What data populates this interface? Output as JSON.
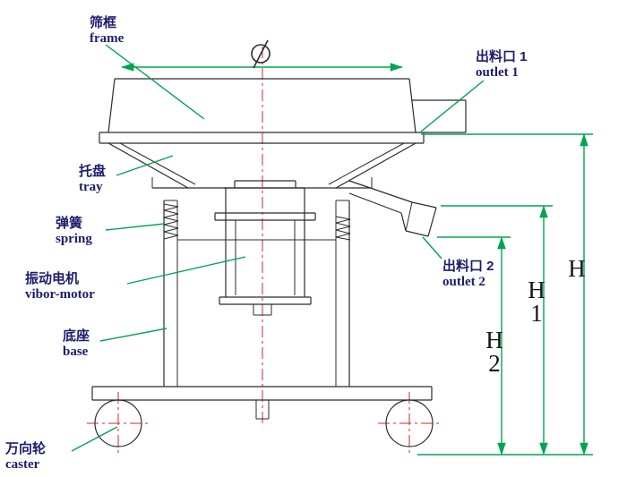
{
  "labels": {
    "frame": {
      "zh": "筛框",
      "en": "frame"
    },
    "outlet1": {
      "zh": "出料口 1",
      "en": "outlet 1"
    },
    "tray": {
      "zh": "托盘",
      "en": "tray"
    },
    "spring": {
      "zh": "弹簧",
      "en": "spring"
    },
    "motor": {
      "zh": "振动电机",
      "en": "vibor-motor"
    },
    "base": {
      "zh": "底座",
      "en": "base"
    },
    "outlet2": {
      "zh": "出料口 2",
      "en": "outlet 2"
    },
    "caster": {
      "zh": "万向轮",
      "en": "caster"
    }
  },
  "dimensions": {
    "diameter_symbol": "∅",
    "h": "H",
    "h1": "H1",
    "h2": "H2"
  },
  "colors": {
    "green": "#00a550",
    "red": "#cc2a2a",
    "ink": "#2b2b2b",
    "label": "#1c1c6e",
    "bg": "#ffffff"
  }
}
